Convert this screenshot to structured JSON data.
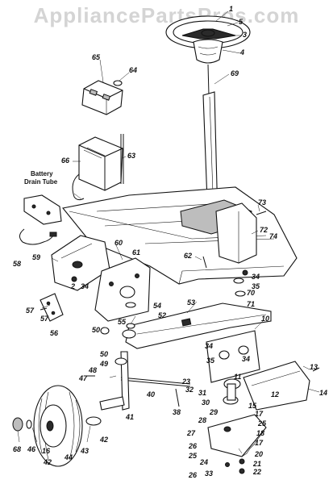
{
  "watermark": "AppliancePartsPros.com",
  "callouts": {
    "battery_drain_tube": "Battery\nDrain Tube"
  },
  "labels": {
    "p1": "1",
    "p2": "2",
    "p3": "3",
    "p4": "4",
    "p5": "5",
    "p10": "10",
    "p11": "11",
    "p12": "12",
    "p13": "13",
    "p14": "14",
    "p15": "15",
    "p16": "16",
    "p17a": "17",
    "p17b": "17",
    "p18": "18",
    "p20": "20",
    "p21": "21",
    "p22": "22",
    "p23": "23",
    "p24": "24",
    "p25a": "25",
    "p25b": "25",
    "p26a": "26",
    "p26b": "26",
    "p27": "27",
    "p28": "28",
    "p29": "29",
    "p30": "30",
    "p31": "31",
    "p32": "32",
    "p33": "33",
    "p34a": "34",
    "p34b": "34",
    "p34c": "34",
    "p34d": "34",
    "p35a": "35",
    "p35b": "35",
    "p38": "38",
    "p40": "40",
    "p41": "41",
    "p42a": "42",
    "p42b": "42",
    "p43": "43",
    "p44": "44",
    "p46": "46",
    "p47": "47",
    "p48": "48",
    "p49": "49",
    "p50a": "50",
    "p50b": "50",
    "p52": "52",
    "p53": "53",
    "p54": "54",
    "p55": "55",
    "p56": "56",
    "p57a": "57",
    "p57b": "57",
    "p58": "58",
    "p59": "59",
    "p60": "60",
    "p61": "61",
    "p62": "62",
    "p63": "63",
    "p64": "64",
    "p65": "65",
    "p66": "66",
    "p68": "68",
    "p69": "69",
    "p70": "70",
    "p71": "71",
    "p72": "72",
    "p73": "73",
    "p74": "74"
  }
}
